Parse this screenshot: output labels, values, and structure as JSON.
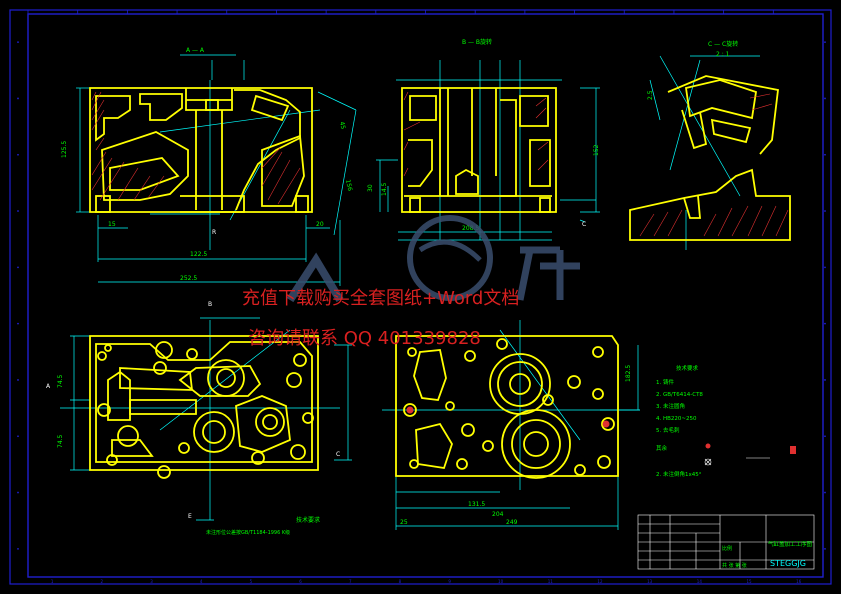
{
  "colors": {
    "background": "#000000",
    "frame": "#1f1fd0",
    "part": "#ffff00",
    "dimension": "#00ffff",
    "text_green": "#00ff00",
    "text_white": "#ffffff",
    "hatch": "#e03030",
    "watermark": "#d82020",
    "logo": "#3a4e6e"
  },
  "views": {
    "section_aa_label": "A — A",
    "section_bb_label": "B — B旋转",
    "section_cc_label": "C — C旋转",
    "section_cc_scale": "2 : 1",
    "view_a_marker": "A",
    "view_b_marker": "B",
    "view_c_marker": "C",
    "view_e_marker": "E",
    "radius_marker": "R"
  },
  "dimensions": {
    "aa_height": "125.5",
    "aa_width_main": "122.5",
    "aa_width_total": "252.5",
    "aa_left_small": "15",
    "aa_right_small": "20",
    "aa_diag_1": "45",
    "aa_diag_2": "156",
    "bb_height": "152",
    "bb_width": "208.5",
    "bb_left_1": "30",
    "bb_left_2": "14.5",
    "cc_depth": "2.5",
    "plan_height_left": "74.5",
    "plan_height_right": "74.5",
    "plan_bottom_1": "131.5",
    "plan_bottom_2": "204",
    "plan_bottom_3": "249",
    "plan_right_1": "182.5",
    "plan_right_2": "25"
  },
  "notes": {
    "title": "技术要求",
    "items": [
      "1. 铸件",
      "2. GB/T6414-CT8",
      "3. 未注圆角",
      "4. HB220~250",
      "5. 去毛刺"
    ],
    "roughness_label": "其余",
    "note_bottom": "2. 未注倒角1x45°",
    "plan_caption": "技术要求",
    "plan_caption_2": "未注形位公差按GB/T1184-1996 K级"
  },
  "title_block": {
    "drawing_title": "气缸盖加工工序图",
    "code": "STEGGJG",
    "scale_label": "比例",
    "sheet_label": "共 张 第 张"
  },
  "watermark": {
    "line1": "充值下载购买全套图纸+Word文档",
    "line2": "咨询请联系 QQ 401339828"
  },
  "grid_labels": {
    "top": [
      "1",
      "2",
      "3",
      "4",
      "5",
      "6",
      "7",
      "8",
      "9",
      "10",
      "11",
      "12",
      "13",
      "14",
      "15",
      "16"
    ],
    "side": [
      "A",
      "B",
      "C",
      "D",
      "E",
      "F",
      "G",
      "H",
      "I",
      "J"
    ]
  }
}
